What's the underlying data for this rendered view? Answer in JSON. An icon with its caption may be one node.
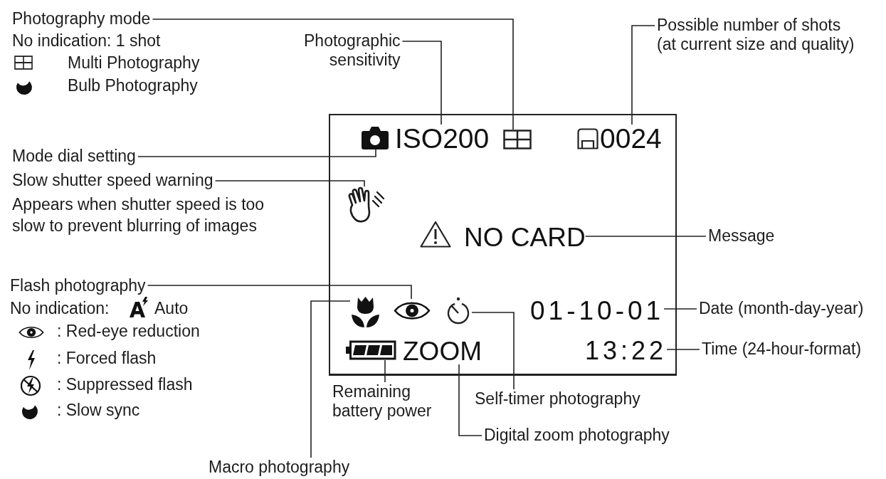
{
  "diagram": {
    "nodes": [
      {
        "text": [
          "Photography mode"
        ]
      },
      {
        "text": [
          "Photographic sensitivity"
        ]
      },
      {
        "text": [
          "Possible number of shots (at current size and quality)"
        ]
      },
      {
        "text": [],
        "shape": "box"
      },
      {
        "text": [],
        "shape": "picture",
        "in": 3
      },
      {
        "text": [
          "ISO200"
        ],
        "in": 3
      },
      {
        "text": [],
        "shape": "grid",
        "in": 3
      },
      {
        "text": [
          "0024"
        ],
        "in": 3
      },
      {
        "text": [
          "Mode dial setting"
        ]
      },
      {
        "text": [
          "Slow shutter speed warning"
        ]
      },
      {
        "text": [],
        "shape": "picture",
        "in": 3
      },
      {
        "text": [
          "NO CARD"
        ],
        "in": 3
      },
      {
        "text": [
          "Message"
        ]
      },
      {
        "text": [
          "Flash photography"
        ]
      },
      {
        "text": [],
        "shape": "picture",
        "in": 3
      },
      {
        "text": [],
        "shape": "picture",
        "in": 3
      },
      {
        "text": [],
        "shape": "picture",
        "in": 3
      },
      {
        "text": [
          "01-10-01"
        ],
        "in": 3
      },
      {
        "text": [
          "Date (month-day-year)"
        ]
      },
      {
        "text": [],
        "shape": "picture",
        "in": 3
      },
      {
        "text": [
          "ZOOM"
        ],
        "in": 3
      },
      {
        "text": [
          "13:22"
        ],
        "in": 3
      },
      {
        "text": [
          "Time (24-hour-format)"
        ]
      },
      {
        "text": [
          "Remaining battery power"
        ]
      },
      {
        "text": [
          "Self-timer photography"
        ]
      },
      {
        "text": [
          "Digital zoom photography"
        ]
      },
      {
        "text": [
          "Macro photography"
        ]
      }
    ],
    "edges": [
      {
        "from": 0,
        "to": 6,
        "arrow": "none"
      },
      {
        "from": 1,
        "to": 5,
        "arrow": "none"
      },
      {
        "from": 2,
        "to": 7,
        "arrow": "none"
      },
      {
        "from": 8,
        "to": 4,
        "arrow": "none"
      },
      {
        "from": 9,
        "to": 10,
        "arrow": "none"
      },
      {
        "from": 13,
        "to": 15,
        "arrow": "none"
      },
      {
        "from": 26,
        "to": 14,
        "arrow": "none"
      },
      {
        "from": 23,
        "to": 19,
        "arrow": "none"
      },
      {
        "from": 25,
        "to": 20,
        "arrow": "none"
      },
      {
        "from": 24,
        "to": 16,
        "arrow": "none"
      },
      {
        "from": 12,
        "to": 11,
        "arrow": "none"
      },
      {
        "from": 18,
        "to": 17,
        "arrow": "none"
      },
      {
        "from": 22,
        "to": 21,
        "arrow": "none"
      }
    ],
    "labels": [
      "No indication: 1 shot",
      "Multi Photography",
      "Bulb Photography",
      "Appears when shutter speed is too slow to prevent blurring of images",
      "No indication:",
      "Auto",
      ": Red-eye reduction",
      ": Forced flash",
      ": Suppressed flash",
      ": Slow sync"
    ]
  }
}
